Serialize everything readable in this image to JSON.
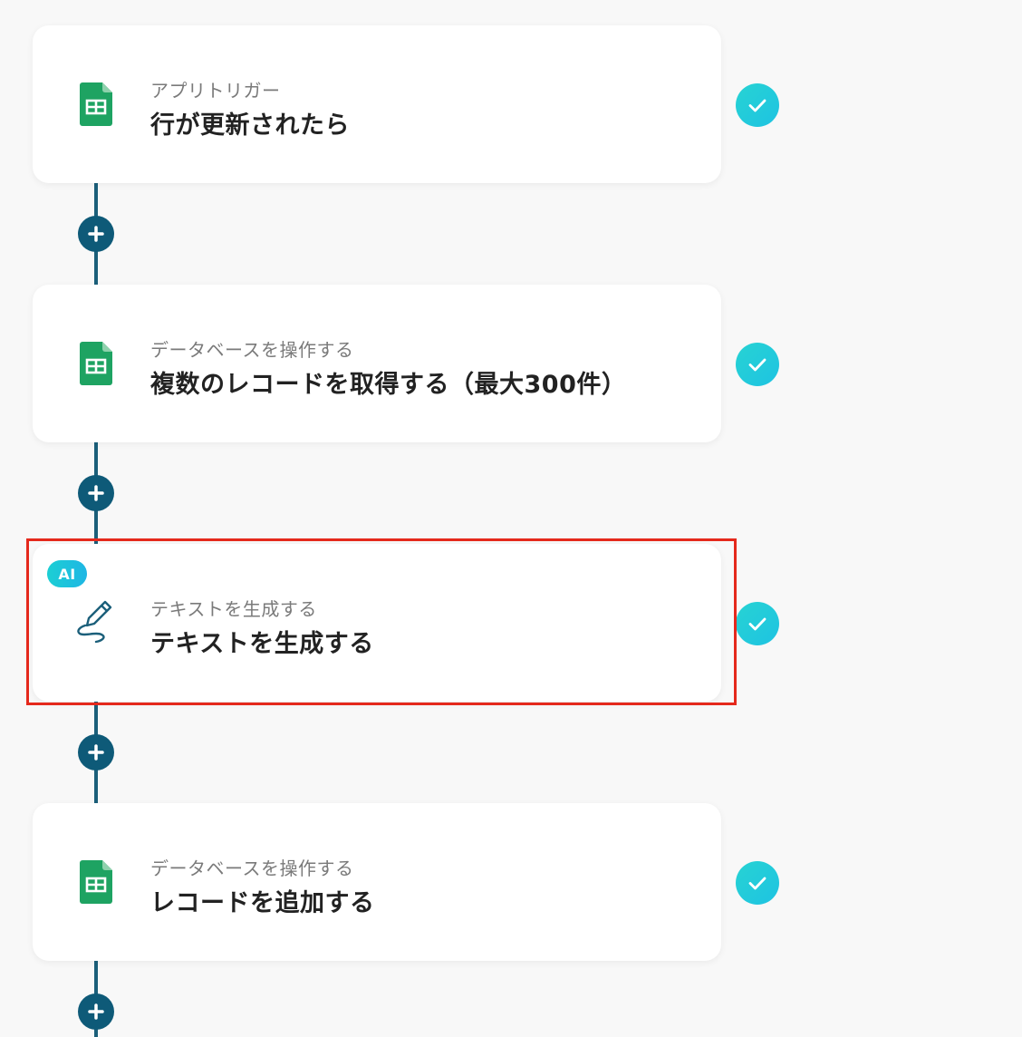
{
  "steps": [
    {
      "category": "アプリトリガー",
      "title": "行が更新されたら",
      "icon": "google-sheets-icon",
      "status": "check-icon"
    },
    {
      "category": "データベースを操作する",
      "title": "複数のレコードを取得する（最大300件）",
      "icon": "google-sheets-icon",
      "status": "check-icon"
    },
    {
      "category": "テキストを生成する",
      "title": "テキストを生成する",
      "icon": "pen-icon",
      "badge": "AI",
      "status": "check-icon",
      "highlighted": true
    },
    {
      "category": "データベースを操作する",
      "title": "レコードを追加する",
      "icon": "google-sheets-icon",
      "status": "check-icon"
    }
  ],
  "colors": {
    "background": "#f8f8f8",
    "connector": "#1b5f7a",
    "add_button": "#0e5a78",
    "check_gradient_start": "#27d3d3",
    "check_gradient_end": "#1ec3e2",
    "sheets_green": "#1ea362",
    "highlight": "#e5291c",
    "pen_stroke": "#1b5f7a"
  }
}
